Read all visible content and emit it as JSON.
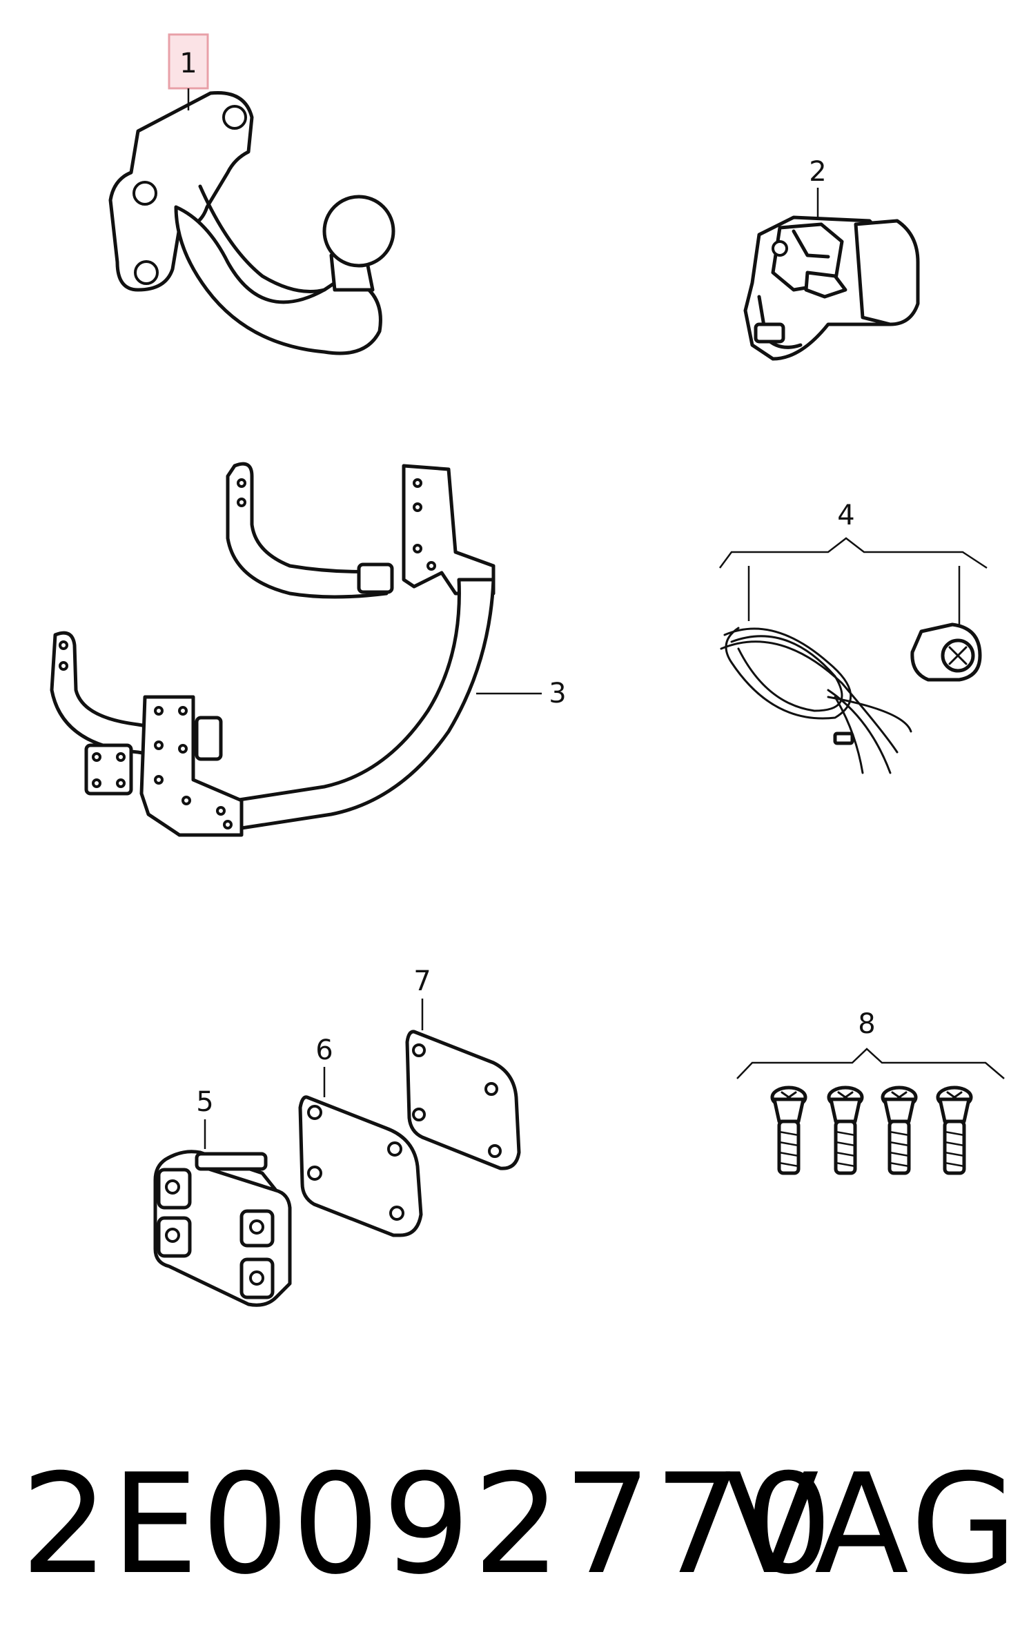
{
  "callouts": [
    {
      "id": "1",
      "label": "1"
    },
    {
      "id": "2",
      "label": "2"
    },
    {
      "id": "3",
      "label": "3"
    },
    {
      "id": "4",
      "label": "4"
    },
    {
      "id": "5",
      "label": "5"
    },
    {
      "id": "6",
      "label": "6"
    },
    {
      "id": "7",
      "label": "7"
    },
    {
      "id": "8",
      "label": "8"
    }
  ],
  "highlight_color": "#e8a0a8",
  "footer": {
    "part_number": "2E0092770",
    "brand": "VAG"
  }
}
